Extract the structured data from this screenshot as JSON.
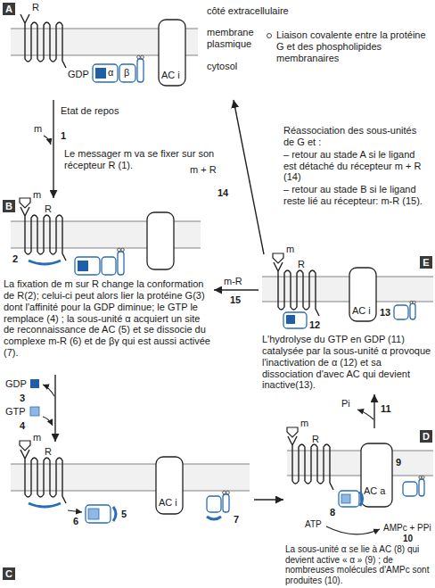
{
  "diagram": {
    "nodes": [
      {
        "text": [
          "A"
        ]
      },
      {
        "text": [
          "B",
          "La fixation de m sur R change la conformation de R(2); celui-ci peut alors lier la protéine G(3) dont l'affinité pour la GDP diminue; le GTP le remplace (4) ; la sous-unité α acquiert un site de reconnaissance de AC (5) et se dissocie du complexe m-R (6) et de βγ qui est aussi activée (7)."
        ]
      },
      {
        "text": [
          "C"
        ]
      },
      {
        "text": [
          "D",
          "La sous-unité α se lie à AC (8) qui devient active « α » (9) ; de nombreuses molécules d'AMPc sont produites (10)."
        ]
      },
      {
        "text": [
          "E",
          "L'hydrolyse du GTP en GDP (11) catalysée par la sous-unité α provoque l'inactivation de α (12) et sa dissociation d'avec AC qui devient inactive(13)."
        ]
      }
    ],
    "edges": [
      {
        "from": 0,
        "to": 1,
        "arrow": "to"
      },
      {
        "from": 1,
        "to": 2,
        "arrow": "to"
      },
      {
        "from": 2,
        "to": 3,
        "arrow": "to"
      },
      {
        "from": 3,
        "to": 4,
        "arrow": "to"
      },
      {
        "from": 4,
        "to": 0,
        "label": "m + R",
        "arrow": "to"
      },
      {
        "from": 4,
        "to": 1,
        "label": "m-R",
        "arrow": "to"
      }
    ],
    "labels": [
      "R",
      "côté extracellulaire",
      "membrane plasmique",
      "cytosol",
      "GDP",
      "α",
      "β",
      "AC i",
      "Etat de repos",
      "m",
      "1",
      "Le messager m va se fixer sur son récepteur R (1).",
      "Réassociation des sous-unités de G et :",
      "– retour au stade A si le ligand est détaché du récepteur m + R (14)",
      "– retour au stade B si le ligand reste lié au récepteur: m-R (15).",
      "14",
      "15",
      "m",
      "R",
      "2",
      "GDP",
      "3",
      "GTP",
      "4",
      "m",
      "R",
      "6",
      "5",
      "AC i",
      "7",
      "m",
      "R",
      "AC a",
      "8",
      "9",
      "ATP",
      "AMPc + PPi",
      "10",
      "m",
      "R",
      "12",
      "AC i",
      "13",
      "Pi",
      "11"
    ],
    "legend": [
      {
        "text": "Liaison covalente entre la protéine G et des phospholipides membranaires"
      }
    ]
  }
}
